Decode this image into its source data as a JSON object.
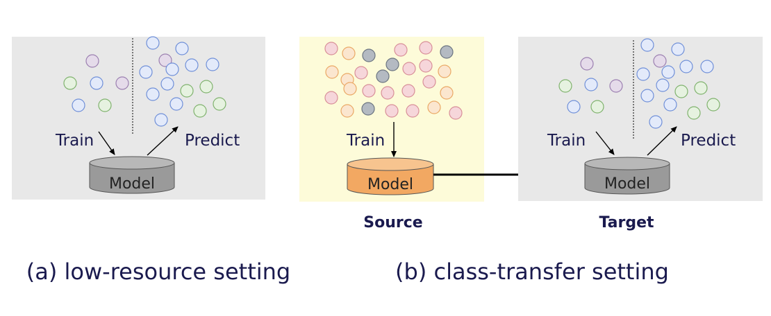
{
  "panel_a": {
    "train_label": "Train",
    "predict_label": "Predict",
    "model_label": "Model",
    "caption": "(a) low-resource setting"
  },
  "panel_b_source": {
    "train_label": "Train",
    "model_label": "Model",
    "title": "Source"
  },
  "panel_b_target": {
    "train_label": "Train",
    "predict_label": "Predict",
    "model_label": "Model",
    "title": "Target"
  },
  "caption_b": "(b) class-transfer setting",
  "colors": {
    "panel_gray": "#e8e8e8",
    "panel_yellow": "#fdfbd9",
    "model_gray": "#9a9a9a",
    "model_orange": "#f2a862",
    "label_navy": "#1a1a4e",
    "circle_blue": "#e3eafa",
    "circle_green": "#e6f2e0",
    "circle_purple": "#e5dbea",
    "circle_pink": "#f6d6da",
    "circle_peach": "#fbe6cf",
    "circle_slate": "#b4bac2"
  }
}
